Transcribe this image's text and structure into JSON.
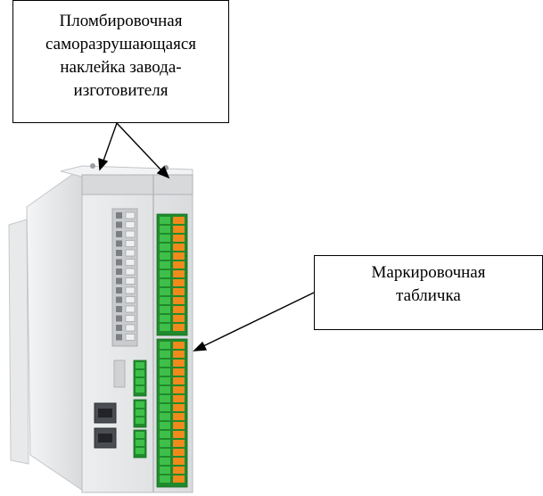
{
  "callouts": {
    "seal_sticker": {
      "lines": [
        "Пломбировочная",
        "саморазрушающаяся",
        "наклейка завода-",
        "изготовителя"
      ]
    },
    "marking_plate": {
      "lines": [
        "Маркировочная",
        "табличка"
      ]
    }
  },
  "colors": {
    "terminal_green": "#3fbf4a",
    "terminal_dark_green": "#1f8a2c",
    "device_body": "#e4e6e8",
    "device_shadow": "#b9bcc0",
    "terminal_grey": "#c9cbcd"
  }
}
